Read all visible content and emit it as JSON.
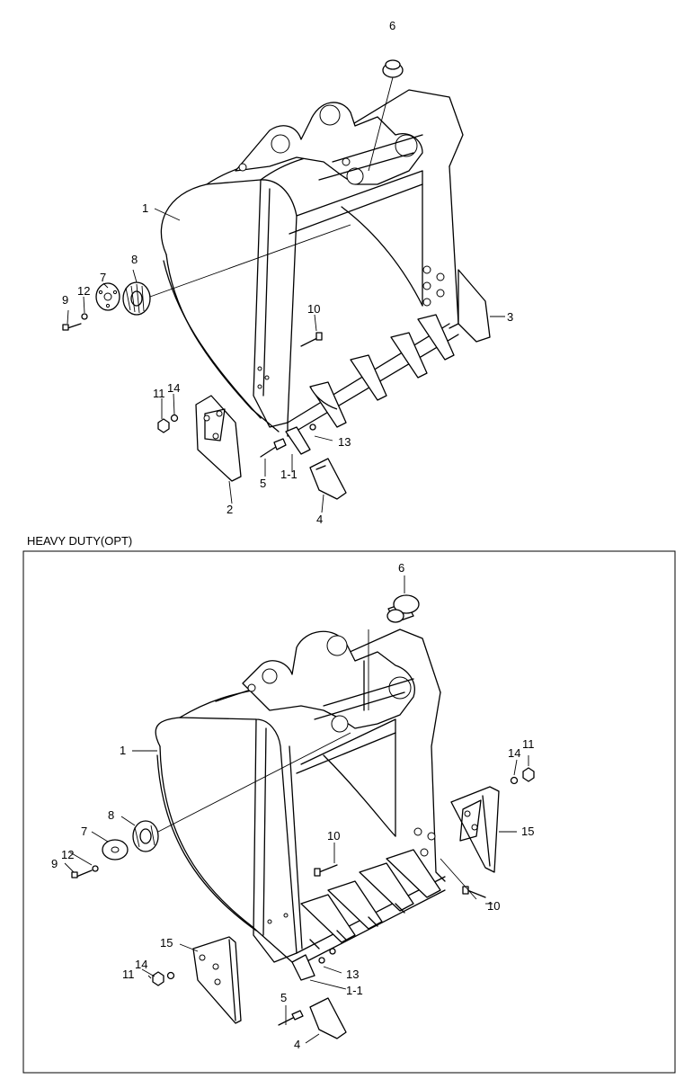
{
  "section_label": "HEAVY DUTY(OPT)",
  "top": {
    "callouts": {
      "p1": "1",
      "p1_1": "1-1",
      "p2": "2",
      "p3": "3",
      "p4": "4",
      "p5": "5",
      "p6": "6",
      "p7": "7",
      "p8": "8",
      "p9": "9",
      "p10": "10",
      "p11": "11",
      "p12": "12",
      "p13": "13",
      "p14": "14"
    }
  },
  "heavy": {
    "callouts": {
      "p1": "1",
      "p1_1": "1-1",
      "p4": "4",
      "p5": "5",
      "p6": "6",
      "p7": "7",
      "p8": "8",
      "p9": "9",
      "p10a": "10",
      "p10b": "10",
      "p11a": "11",
      "p11b": "11",
      "p12": "12",
      "p13": "13",
      "p14a": "14",
      "p14b": "14",
      "p15a": "15",
      "p15b": "15"
    }
  }
}
